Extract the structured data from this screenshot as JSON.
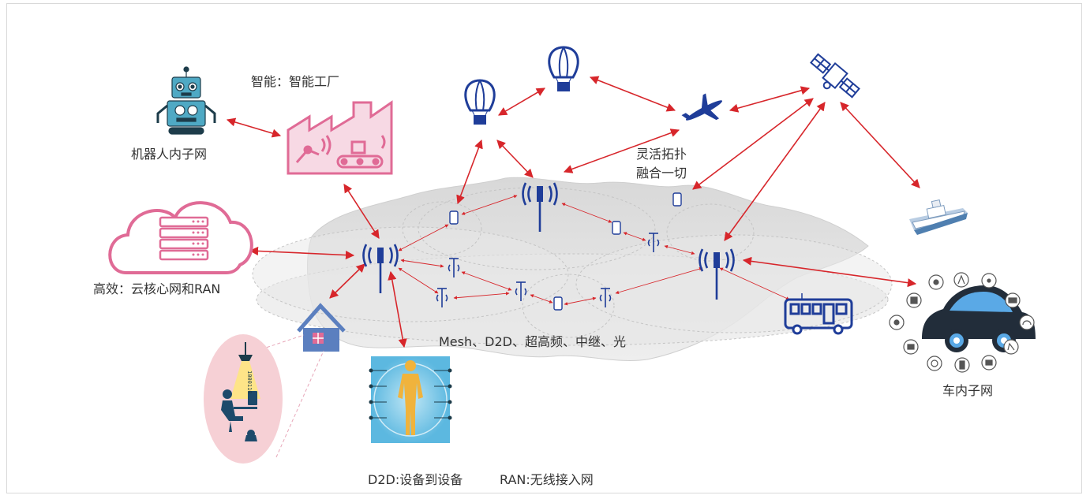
{
  "labels": {
    "smart": "智能：智能工厂",
    "robot_subnet": "机器人内子网",
    "flexible_topology_1": "灵活拓扑",
    "flexible_topology_2": "融合一切",
    "efficient": "高效：云核心网和RAN",
    "mesh": "Mesh、D2D、超高频、中继、光",
    "vehicle_subnet": "车内子网",
    "footnote_d2d": "D2D:设备到设备",
    "footnote_ran": "RAN:无线接入网"
  },
  "robot_binary": "1000110",
  "colors": {
    "arrow": "#d7262b",
    "mesh_link": "#d7262b",
    "tower": "#1f3d99",
    "pink_icon": "#e06b96",
    "house": "#5b7fbf",
    "robot": "#4fa9c4",
    "cloud_ground": "#e4e4e4",
    "ellipse": "#ececec",
    "car": "#222d3a",
    "car_wheel": "#5aa9e6",
    "human": "#f0b33c",
    "human_bg": "#6ec6e8",
    "pink_oval": "#f6d0d5"
  }
}
